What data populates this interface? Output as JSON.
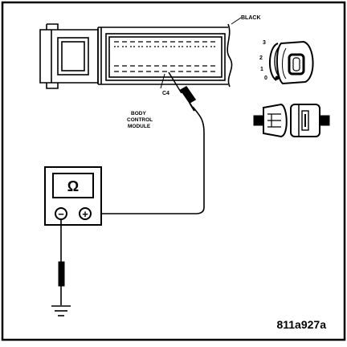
{
  "labels": {
    "connector_color": "BLACK",
    "pin": "C4",
    "module_line1": "BODY",
    "module_line2": "CONTROL",
    "module_line3": "MODULE",
    "ignition_positions": [
      "3",
      "2",
      "1",
      "0"
    ],
    "figure_id": "811a927a"
  },
  "meter": {
    "display_symbol": "Ω",
    "negative_symbol": "−",
    "positive_symbol": "+"
  },
  "colors": {
    "ink": "#000000",
    "paper": "#ffffff",
    "frame": "#000000"
  }
}
